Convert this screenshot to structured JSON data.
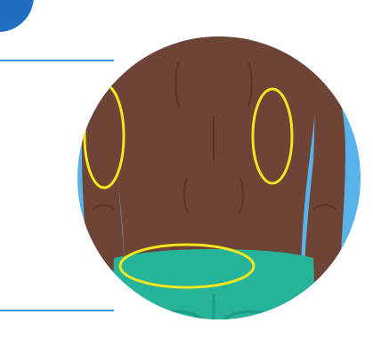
{
  "illustration": {
    "subject": "back-view-body-injection-sites",
    "highlighted_sites": [
      "left-upper-arm",
      "right-upper-arm",
      "lower-back-buttocks"
    ]
  },
  "colors": {
    "background": "#ffffff",
    "circle_fill": "#5ab2ea",
    "circle_border": "#ffffff",
    "connector_line": "#3b8fd6",
    "corner_badge": "#1f6ec2",
    "skin": "#6e4436",
    "skin_shadow": "#5a362a",
    "hair": "#2b1a12",
    "shorts": "#25b39a",
    "shorts_shadow": "#1f9c86",
    "highlight_ring": "#f3e61f"
  },
  "icons": [
    "corner-badge-icon"
  ]
}
